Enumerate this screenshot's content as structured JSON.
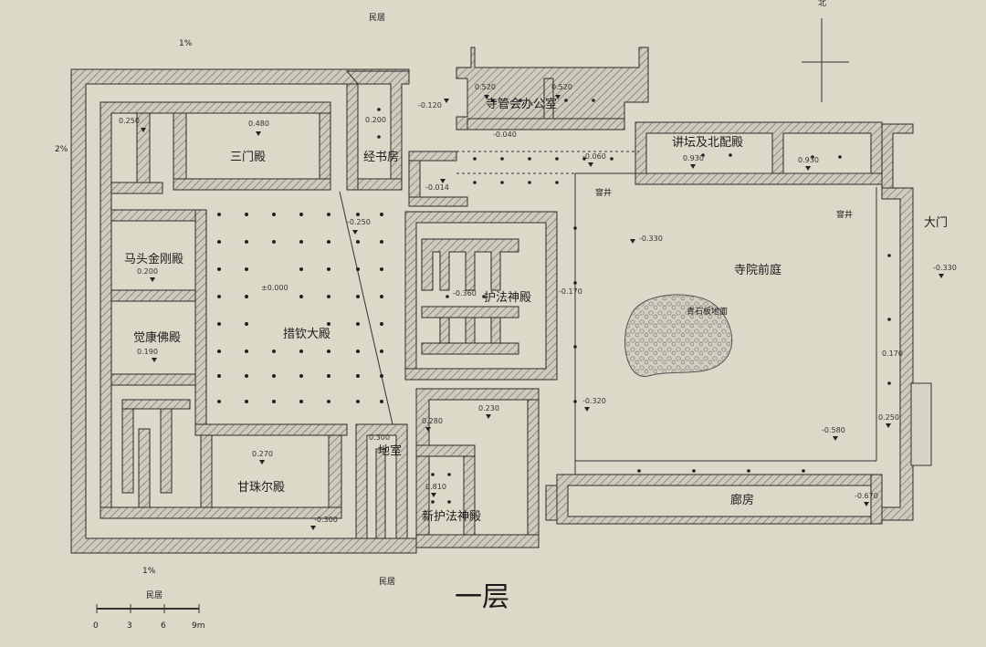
{
  "neighbors": {
    "top": "民居",
    "bottom_left": "民居",
    "bottom_center": "民居"
  },
  "north": "北",
  "rooms": {
    "sanmen": "三门殿",
    "jingshu": "经书房",
    "simguan": "寺管会办公室",
    "jiangtan": "讲坛及北配殿",
    "damen": "大门",
    "matou": "马头金刚殿",
    "juekang": "觉康佛殿",
    "cuoqin": "措钦大殿",
    "hufa": "护法神殿",
    "qianting": "寺院前庭",
    "qingshi": "青石板地面",
    "dishi": "地室",
    "ganzhu": "甘珠尔殿",
    "xinhufa": "新护法神殿",
    "langfang": "廊房"
  },
  "elevations": [
    "0.250",
    "0.480",
    "0.200",
    "-0.120",
    "0.520",
    "0.520",
    "-0.040",
    "-0.060",
    "0.930",
    "0.930",
    "-0.014",
    "-0.250",
    "0.200",
    "±0.000",
    "-0.360",
    "-0.170",
    "-0.330",
    "-0.330",
    "0.190",
    "-0.320",
    "0.280",
    "0.230",
    "0.170",
    "-0.580",
    "0.250",
    "0.270",
    "0.300",
    "0.810",
    "-0.300",
    "-0.670"
  ],
  "slopes": [
    "1%",
    "2%",
    "1%"
  ],
  "floor_title": "一层",
  "scale": {
    "ticks": [
      "0",
      "3",
      "6",
      "9m"
    ]
  },
  "misc": {
    "well1": "窨井",
    "well2": "窨井"
  }
}
